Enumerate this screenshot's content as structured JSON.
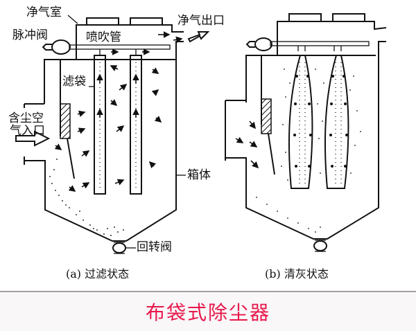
{
  "diagram": {
    "title": "布袋式除尘器",
    "title_color": "#e8174a",
    "panel_a": {
      "caption": "(a) 过滤状态",
      "labels": {
        "clean_air_chamber": "净气室",
        "pulse_valve": "脉冲阀",
        "blow_pipe": "喷吹管",
        "clean_air_outlet": "净气出口",
        "filter_bag": "滤袋",
        "dusty_air_inlet_line1": "含尘空",
        "dusty_air_inlet_line2": "气入口",
        "housing": "箱体",
        "rotary_valve": "回转阀"
      }
    },
    "panel_b": {
      "caption": "(b) 清灰状态"
    }
  }
}
